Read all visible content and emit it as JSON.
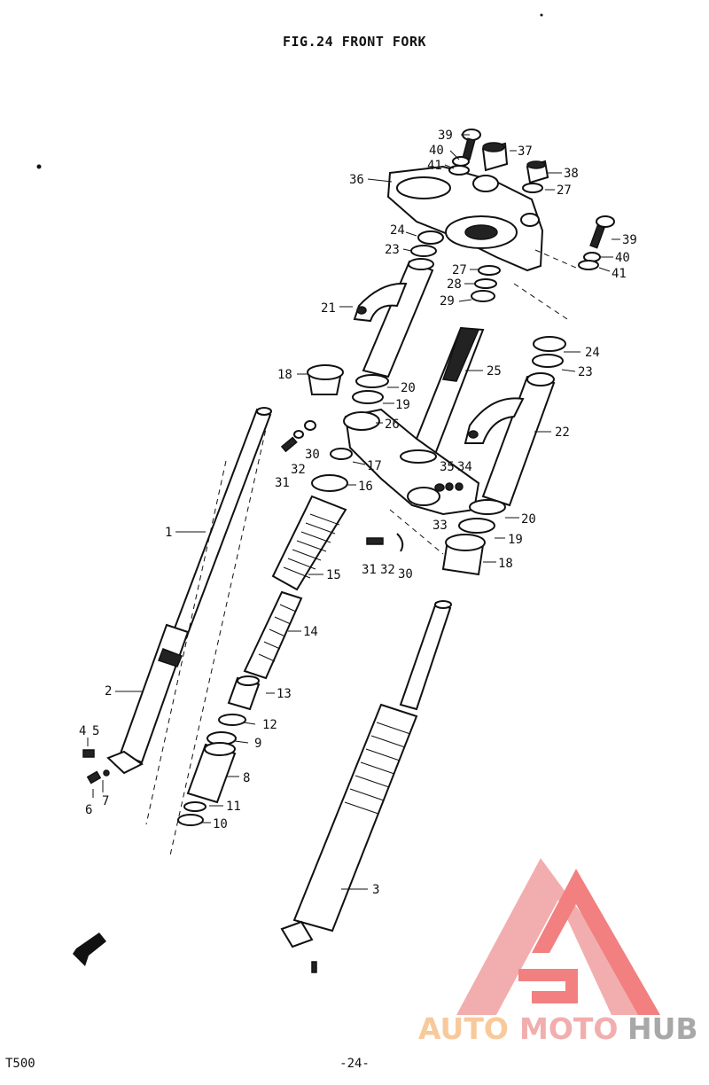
{
  "header": {
    "title": "FIG.24 FRONT FORK"
  },
  "footer": {
    "model": "T500",
    "page": "-24-"
  },
  "watermark": {
    "text_auto": "AUTO",
    "text_moto": "MOTO",
    "text_hub": "HUB",
    "color_pink": "#f0a0a0",
    "color_red": "#f06a6a",
    "color_orange": "#f7c08a",
    "color_gray": "#9a9a9a"
  },
  "labels": {
    "p1": "1",
    "p2": "2",
    "p3": "3",
    "p4": "4",
    "p5": "5",
    "p6": "6",
    "p7": "7",
    "p8": "8",
    "p9": "9",
    "p10": "10",
    "p11": "11",
    "p12": "12",
    "p13": "13",
    "p14": "14",
    "p15": "15",
    "p16": "16",
    "p17": "17",
    "p18a": "18",
    "p18b": "18",
    "p19a": "19",
    "p19b": "19",
    "p20a": "20",
    "p20b": "20",
    "p21": "21",
    "p22": "22",
    "p23a": "23",
    "p23b": "23",
    "p24a": "24",
    "p24b": "24",
    "p25": "25",
    "p26": "26",
    "p27a": "27",
    "p27b": "27",
    "p28": "28",
    "p29": "29",
    "p30a": "30",
    "p30b": "30",
    "p31a": "31",
    "p31b": "31",
    "p32a": "32",
    "p32b": "32",
    "p33": "33",
    "p34": "34",
    "p35": "35",
    "p36": "36",
    "p37": "37",
    "p38": "38",
    "p39a": "39",
    "p39b": "39",
    "p40a": "40",
    "p40b": "40",
    "p41a": "41",
    "p41b": "41"
  }
}
